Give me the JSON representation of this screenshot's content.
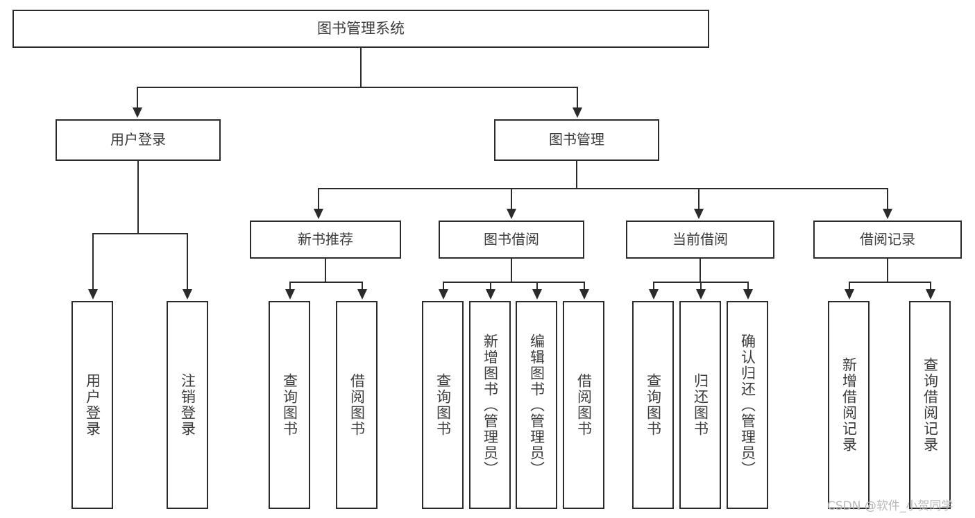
{
  "diagram": {
    "title": "图书管理系统",
    "watermark": "CSDN @软件_小贺同学",
    "colors": {
      "stroke": "#2b2b2b",
      "text": "#3c3c3c",
      "background": "#ffffff",
      "watermark": "#b8b8b8"
    },
    "root": {
      "label": "图书管理系统"
    },
    "level2": [
      {
        "label": "用户登录"
      },
      {
        "label": "图书管理"
      }
    ],
    "level3": [
      {
        "label": "新书推荐"
      },
      {
        "label": "图书借阅"
      },
      {
        "label": "当前借阅"
      },
      {
        "label": "借阅记录"
      }
    ],
    "leaves": {
      "user_login": [
        {
          "label": "用户登录"
        },
        {
          "label": "注销登录"
        }
      ],
      "new_book_recommend": [
        {
          "label": "查询图书"
        },
        {
          "label": "借阅图书"
        }
      ],
      "book_borrow": [
        {
          "label": "查询图书"
        },
        {
          "label": "新增图书（管理员）"
        },
        {
          "label": "编辑图书（管理员）"
        },
        {
          "label": "借阅图书"
        }
      ],
      "current_borrow": [
        {
          "label": "查询图书"
        },
        {
          "label": "归还图书"
        },
        {
          "label": "确认归还（管理员）"
        }
      ],
      "borrow_record": [
        {
          "label": "新增借阅记录"
        },
        {
          "label": "查询借阅记录"
        }
      ]
    }
  }
}
